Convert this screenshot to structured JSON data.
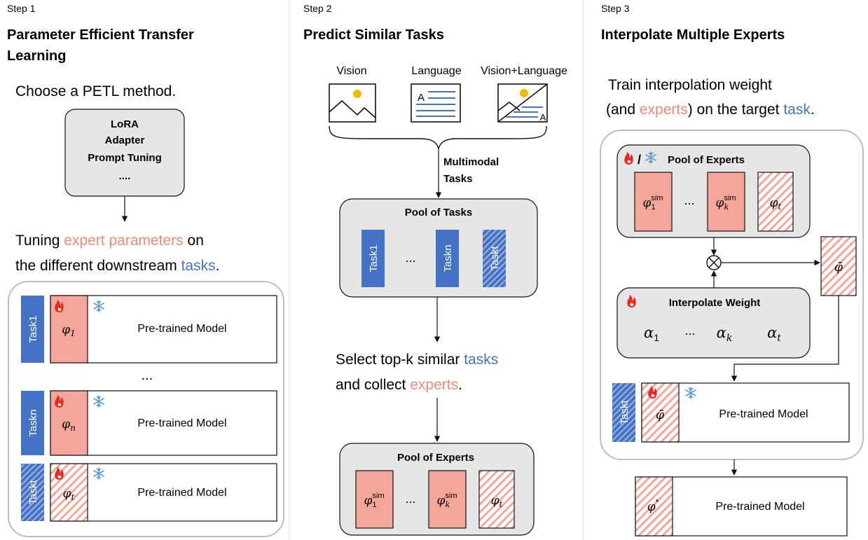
{
  "step1": {
    "step_label": "Step 1",
    "title_line1": "Parameter Efficient Transfer",
    "title_line2": "Learning",
    "choose_text": "Choose a PETL method.",
    "methods": [
      "LoRA",
      "Adapter",
      "Prompt Tuning",
      "...."
    ],
    "tuning_line1_a": "Tuning ",
    "tuning_line1_b": "expert parameters",
    "tuning_line1_c": " on",
    "tuning_line2_a": "the different downstream ",
    "tuning_line2_b": "tasks",
    "tuning_line2_c": ".",
    "rows": [
      {
        "task": "Task1",
        "param": "φ",
        "sub": "1",
        "model": "Pre-trained Model"
      },
      {
        "task": "Taskn",
        "param": "φ",
        "sub": "n",
        "model": "Pre-trained Model"
      },
      {
        "task": "Taskt",
        "param": "φ",
        "sub": "t",
        "model": "Pre-trained Model"
      }
    ],
    "ellipsis": "..."
  },
  "step2": {
    "step_label": "Step 2",
    "title": "Predict Similar Tasks",
    "modalities": [
      "Vision",
      "Language",
      "Vision+Language"
    ],
    "language_glyph": "A",
    "vl_glyph": "A",
    "multimodal_line1": "Multimodal",
    "multimodal_line2": "Tasks",
    "pool_tasks_title": "Pool of Tasks",
    "tasks": [
      "Task1",
      "Taskn",
      "Taskt"
    ],
    "ellipsis": "...",
    "select_line1_a": "Select top-k similar ",
    "select_line1_b": "tasks",
    "select_line2_a": "and collect ",
    "select_line2_b": "experts",
    "select_line2_c": ".",
    "pool_experts_title": "Pool of Experts",
    "experts": [
      {
        "param": "φ",
        "sub": "1",
        "sup": "sim"
      },
      {
        "param": "φ",
        "sub": "k",
        "sup": "sim"
      },
      {
        "param": "φ",
        "sub": "t",
        "sup": ""
      }
    ]
  },
  "step3": {
    "step_label": "Step 3",
    "title": "Interpolate Multiple Experts",
    "train_line1": "Train interpolation weight",
    "train_line2_a": "(and ",
    "train_line2_b": "experts",
    "train_line2_c": ") on the target ",
    "train_line2_d": "task",
    "train_line2_e": ".",
    "slash": "/",
    "pool_experts_title": "Pool of Experts",
    "experts": [
      {
        "param": "φ",
        "sub": "1",
        "sup": "sim"
      },
      {
        "param": "φ",
        "sub": "k",
        "sup": "sim"
      },
      {
        "param": "φ",
        "sub": "t",
        "sup": ""
      }
    ],
    "ellipsis": "...",
    "otimes": "⊗",
    "phi_bar": "φ̄",
    "interp_title": "Interpolate Weight",
    "alphas": [
      {
        "sym": "α",
        "sub": "1"
      },
      {
        "sym": "α",
        "sub": "k"
      },
      {
        "sym": "α",
        "sub": "t"
      }
    ],
    "task_label": "Taskt",
    "model_label": "Pre-trained Model",
    "final_param": "φ",
    "final_sup": "*",
    "final_model": "Pre-trained Model"
  },
  "colors": {
    "task_blue": "#4472c4",
    "expert_salmon": "#f4a69a",
    "expert_text": "#f08a70",
    "task_text": "#4472c4",
    "panel_gray": "#e6e6e6",
    "fire": "#e8291c",
    "snow": "#5b9bd5"
  },
  "icons": [
    "fire-icon",
    "snowflake-icon",
    "image-icon",
    "document-icon",
    "arrow-icon"
  ]
}
